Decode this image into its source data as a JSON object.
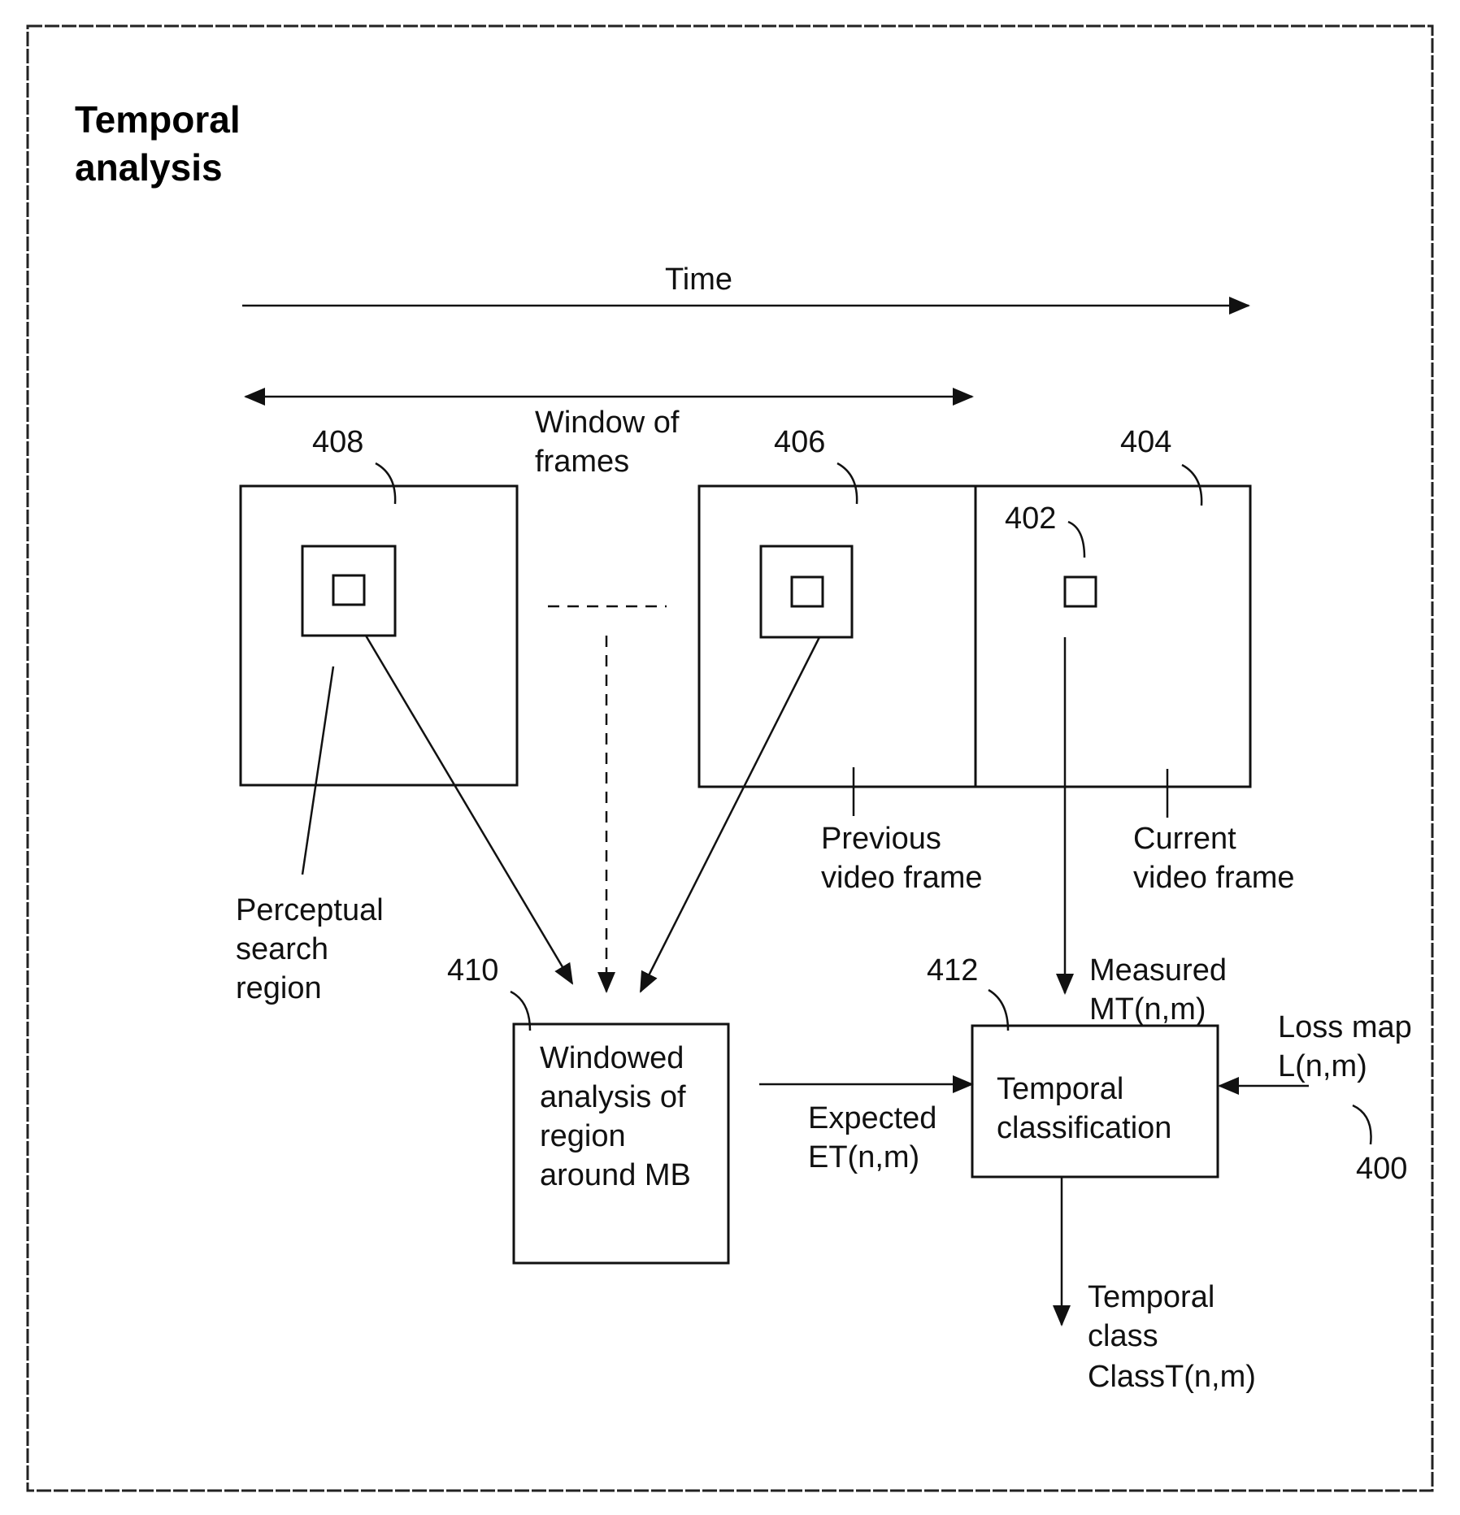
{
  "title": [
    "Temporal",
    "analysis"
  ],
  "time_label": "Time",
  "window_label": [
    "Window of",
    "frames"
  ],
  "refs": {
    "r408": "408",
    "r406": "406",
    "r404": "404",
    "r402": "402",
    "r410": "410",
    "r412": "412",
    "r400": "400"
  },
  "perceptual_label": [
    "Perceptual",
    "search",
    "region"
  ],
  "previous_label": [
    "Previous",
    "video frame"
  ],
  "current_label": [
    "Current",
    "video frame"
  ],
  "windowed_box": [
    "Windowed",
    "analysis of",
    "region",
    "around MB"
  ],
  "classification_box": [
    "Temporal",
    "classification"
  ],
  "measured_label": [
    "Measured",
    "MT(n,m)"
  ],
  "expected_label": [
    "Expected",
    "ET(n,m)"
  ],
  "loss_label": [
    "Loss map",
    "L(n,m)"
  ],
  "output_label": [
    "Temporal",
    "class",
    "ClassT(n,m)"
  ]
}
